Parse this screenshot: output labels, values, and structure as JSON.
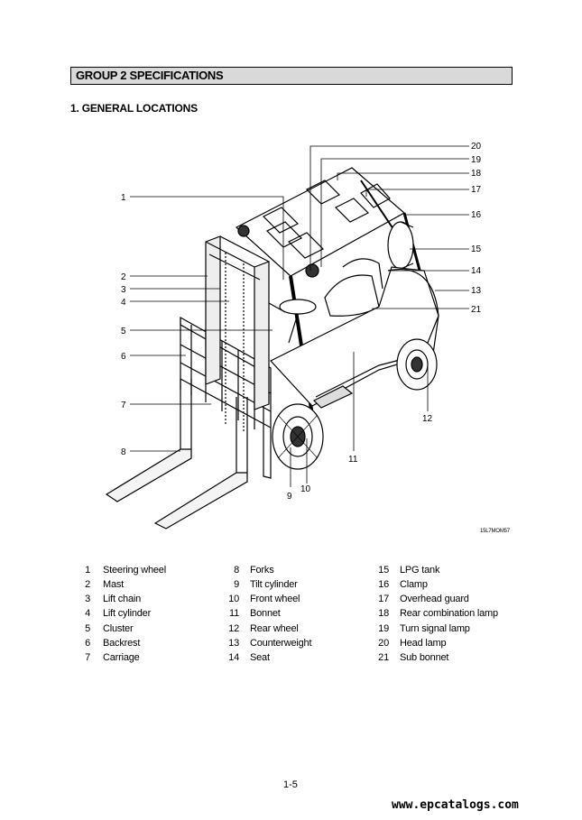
{
  "header": {
    "group_title": "GROUP 2  SPECIFICATIONS"
  },
  "section": {
    "title": "1. GENERAL LOCATIONS"
  },
  "figure": {
    "code": "15L7MOM57",
    "callouts": [
      "1",
      "2",
      "3",
      "4",
      "5",
      "6",
      "7",
      "8",
      "9",
      "10",
      "11",
      "12",
      "13",
      "14",
      "15",
      "16",
      "17",
      "18",
      "19",
      "20",
      "21"
    ]
  },
  "legend": {
    "columns": [
      [
        {
          "num": "1",
          "label": "Steering wheel"
        },
        {
          "num": "2",
          "label": "Mast"
        },
        {
          "num": "3",
          "label": "Lift chain"
        },
        {
          "num": "4",
          "label": "Lift cylinder"
        },
        {
          "num": "5",
          "label": "Cluster"
        },
        {
          "num": "6",
          "label": "Backrest"
        },
        {
          "num": "7",
          "label": "Carriage"
        }
      ],
      [
        {
          "num": "8",
          "label": "Forks"
        },
        {
          "num": "9",
          "label": "Tilt cylinder"
        },
        {
          "num": "10",
          "label": "Front wheel"
        },
        {
          "num": "11",
          "label": "Bonnet"
        },
        {
          "num": "12",
          "label": "Rear wheel"
        },
        {
          "num": "13",
          "label": "Counterweight"
        },
        {
          "num": "14",
          "label": "Seat"
        }
      ],
      [
        {
          "num": "15",
          "label": "LPG tank"
        },
        {
          "num": "16",
          "label": "Clamp"
        },
        {
          "num": "17",
          "label": "Overhead guard"
        },
        {
          "num": "18",
          "label": "Rear combination lamp"
        },
        {
          "num": "19",
          "label": "Turn signal lamp"
        },
        {
          "num": "20",
          "label": "Head lamp"
        },
        {
          "num": "21",
          "label": "Sub bonnet"
        }
      ]
    ]
  },
  "footer": {
    "page": "1-5",
    "watermark": "www.epcatalogs.com"
  }
}
